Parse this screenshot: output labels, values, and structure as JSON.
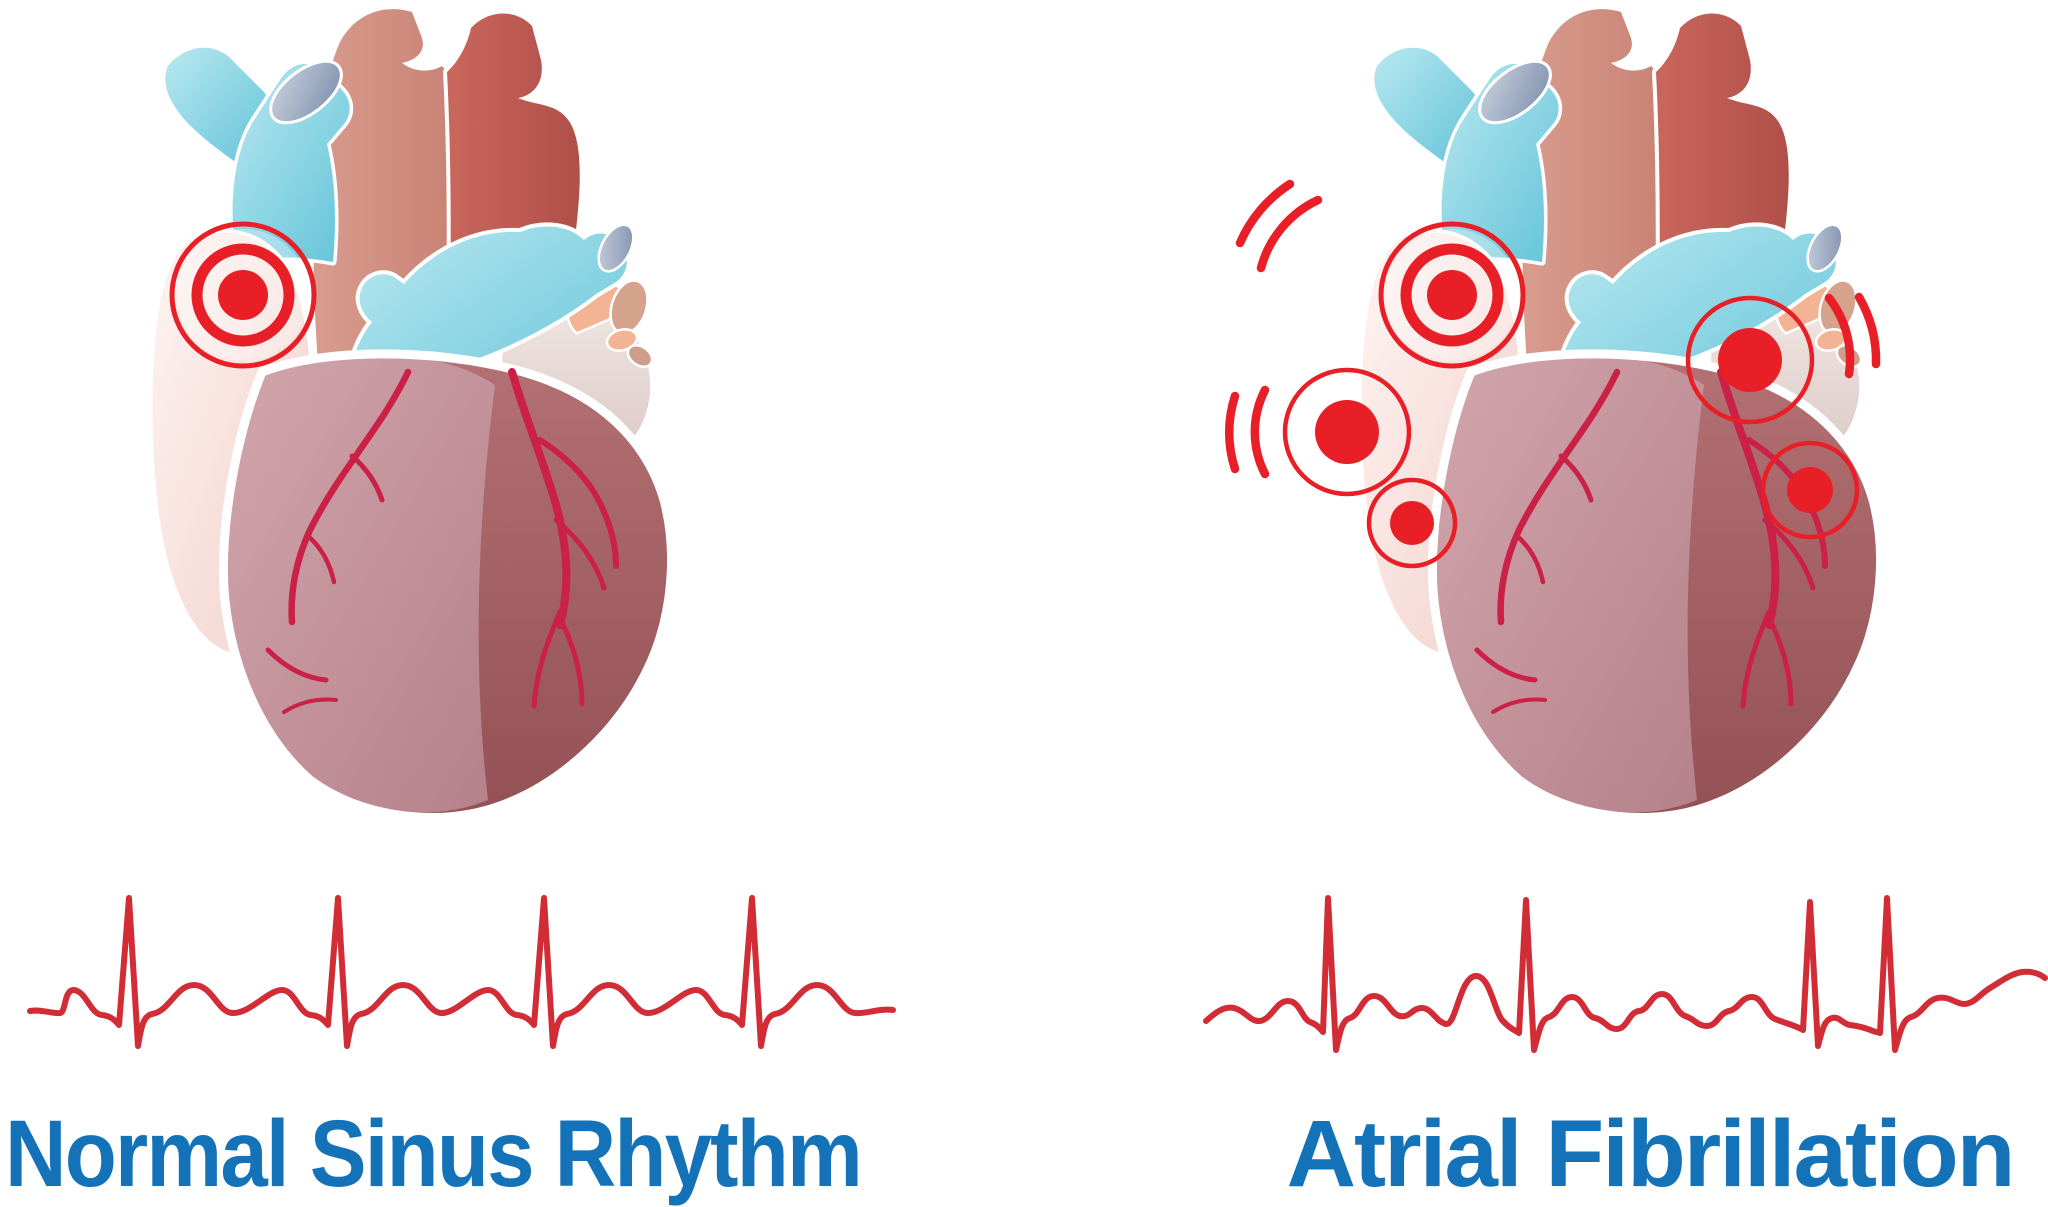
{
  "page": {
    "kind": "medical-infographic",
    "subject": "heart rhythm comparison"
  },
  "panels": [
    {
      "id": "normal-sinus-rhythm",
      "label": "Normal Sinus Rhythm",
      "heart": {
        "view": "anterior heart illustration",
        "signal_markers": [
          {
            "name": "sinus-node-impulse",
            "style": "bullseye",
            "count": 1
          }
        ]
      },
      "ecg": {
        "rhythm": "regular",
        "beat_count": 4,
        "waves": "P-QRS-T repeated evenly"
      }
    },
    {
      "id": "atrial-fibrillation",
      "label": "Atrial Fibrillation",
      "heart": {
        "view": "anterior heart illustration",
        "signal_markers": [
          {
            "name": "sinus-node-impulse",
            "style": "bullseye",
            "count": 1
          },
          {
            "name": "ectopic-focus",
            "style": "dot-in-circle",
            "count": 4
          },
          {
            "name": "tremor-arcs",
            "style": "double-arc",
            "count": 3
          }
        ]
      },
      "ecg": {
        "rhythm": "irregularly irregular",
        "beat_count": 4,
        "waves": "fibrillatory baseline, uneven R-R intervals"
      }
    }
  ],
  "colors": {
    "background": "#ffffff",
    "label_blue": "#1473b8",
    "ecg_red": "#d22c36",
    "marker_red": "#e81f27",
    "coronary_red": "#cb2147",
    "vessel_cyan": "#79cdde",
    "vessel_opening_gray": "#9aa9c0",
    "aorta_light": "#d49488",
    "aorta_dark": "#bd5a52",
    "atrium_pink": "#f8dcd6",
    "left_atrium_gray": "#e9dcd8",
    "ventricle_light": "#c3929a",
    "ventricle_dark": "#a3605f",
    "vein_peach": "#f3b495"
  }
}
